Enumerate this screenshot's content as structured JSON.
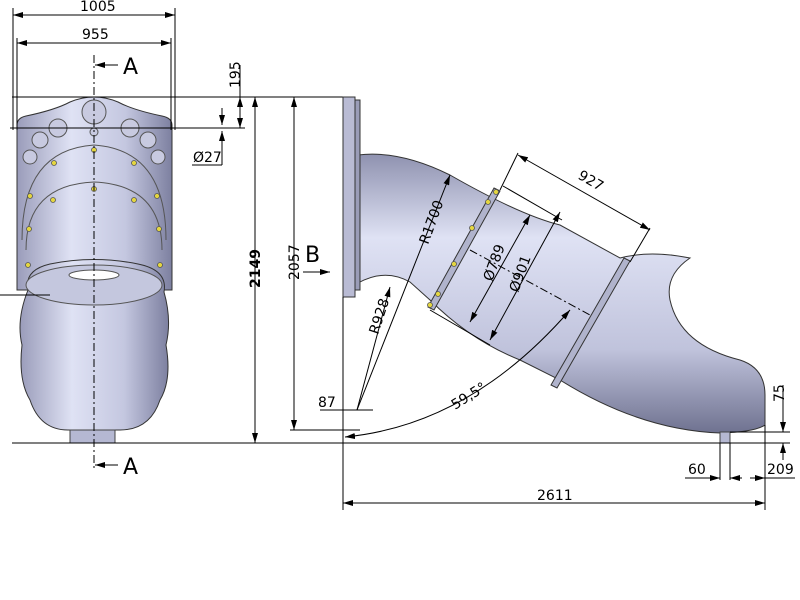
{
  "drawing": {
    "section_marks": {
      "top": "A",
      "bottom": "A",
      "view": "B"
    },
    "dimensions": {
      "overall_width": "1005",
      "frame_width": "955",
      "top_offset": "195",
      "hole_diameter": "Ø27",
      "total_height": "2149",
      "platform_height": "2057",
      "bend_radius_inner": "R928",
      "bend_radius_outer": "R1700",
      "section_length": "927",
      "inner_diameter": "Ø789",
      "outer_diameter": "Ø901",
      "angle": "59,5°",
      "base_offset": "87",
      "exit_height": "75",
      "exit_foot_offset": "209",
      "foot_width": "60",
      "total_length": "2611"
    },
    "colors": {
      "metal_light": "#dfe2f4",
      "metal_dark": "#7d80a0",
      "bolt": "#e4d640"
    }
  }
}
